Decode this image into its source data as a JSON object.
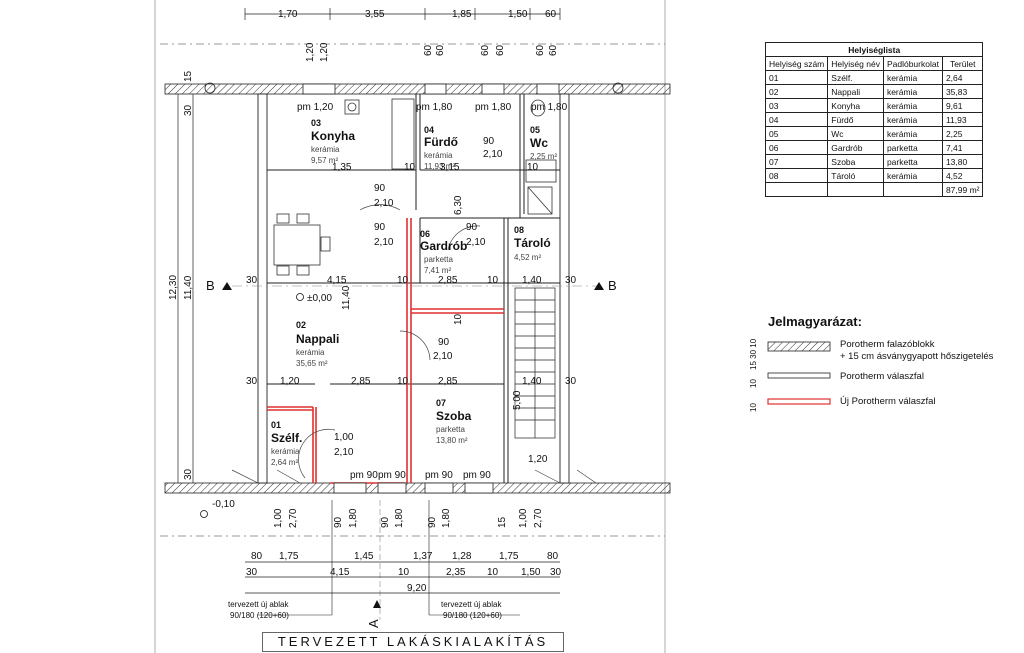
{
  "table": {
    "caption": "Helyiséglista",
    "headers": [
      "Helyiség szám",
      "Helyiség név",
      "Padlóburkolat",
      "Terület"
    ],
    "rows": [
      [
        "01",
        "Szélf.",
        "kerámia",
        "2,64"
      ],
      [
        "02",
        "Nappali",
        "kerámia",
        "35,83"
      ],
      [
        "03",
        "Konyha",
        "kerámia",
        "9,61"
      ],
      [
        "04",
        "Fürdő",
        "kerámia",
        "11,93"
      ],
      [
        "05",
        "Wc",
        "kerámia",
        "2,25"
      ],
      [
        "06",
        "Gardrób",
        "parketta",
        "7,41"
      ],
      [
        "07",
        "Szoba",
        "parketta",
        "13,80"
      ],
      [
        "08",
        "Tároló",
        "kerámia",
        "4,52"
      ]
    ],
    "total": "87,99 m²"
  },
  "legend": {
    "title": "Jelmagyarázat:",
    "items": [
      {
        "label": "Porotherm falazóblokk",
        "label2": "+ 15 cm ásványgyapott hőszigetelés",
        "dims": "15 30 10"
      },
      {
        "label": "Porotherm válaszfal",
        "dims": "10"
      },
      {
        "label": "Új Porotherm válaszfal",
        "dims": "10",
        "color": "#e03030"
      }
    ]
  },
  "title": "TERVEZETT LAKÁSKIALAKÍTÁS",
  "rooms": [
    {
      "num": "01",
      "name": "Szélf.",
      "floor": "kerámia",
      "area": "2,64 m²"
    },
    {
      "num": "02",
      "name": "Nappali",
      "floor": "kerámia",
      "area": "35,65 m²"
    },
    {
      "num": "03",
      "name": "Konyha",
      "floor": "kerámia",
      "area": "9,57 m²"
    },
    {
      "num": "04",
      "name": "Fürdő",
      "floor": "kerámia",
      "area": "11,93 m²"
    },
    {
      "num": "05",
      "name": "Wc",
      "floor": "",
      "area": "2,25 m²"
    },
    {
      "num": "06",
      "name": "Gardrób",
      "floor": "parketta",
      "area": "7,41 m²"
    },
    {
      "num": "07",
      "name": "Szoba",
      "floor": "parketta",
      "area": "13,80 m²"
    },
    {
      "num": "08",
      "name": "Tároló",
      "floor": "",
      "area": "4,52 m²"
    }
  ],
  "window_notes": [
    {
      "line1": "tervezett új ablak",
      "line2": "90/180 (120+60)"
    },
    {
      "line1": "tervezett új ablak",
      "line2": "90/180 (120+60)"
    }
  ],
  "section_labels": {
    "b": "B",
    "a": "A"
  },
  "levels": {
    "floor": "±0,00",
    "outside": "-0,10"
  },
  "dims": {
    "top_row": [
      "1,70",
      "3,55",
      "1,85",
      "1,50",
      "60"
    ],
    "top_vertical": [
      "1,20",
      "1,20",
      "60",
      "60",
      "60",
      "60",
      "60",
      "60"
    ],
    "openings_top": [
      "pm 1,20",
      "pm 1,80",
      "pm 1,80",
      "pm 1,80"
    ],
    "left_vertical": [
      "12,30",
      "11,40",
      "30",
      "30",
      "15"
    ],
    "inner": [
      "1,35",
      "3,15",
      "10",
      "10",
      "90",
      "2,10",
      "90",
      "2,10",
      "90",
      "2,10",
      "90",
      "2,10",
      "6,30",
      "4,15",
      "2,85",
      "1,40",
      "10",
      "11,40",
      "30",
      "30",
      "10",
      "10",
      "90",
      "2,10",
      "10",
      "1,20",
      "2,85",
      "2,85",
      "1,40",
      "5,00",
      "1,00",
      "2,10",
      "30",
      "1,20",
      "30"
    ],
    "openings_bottom": [
      "pm 90",
      "pm 90",
      "pm 90",
      "pm 90",
      "90",
      "90"
    ],
    "bottom_vertical": [
      "1,00",
      "2,70",
      "90",
      "1,80",
      "90",
      "1,80",
      "90",
      "1,80",
      "1,00",
      "2,70",
      "15"
    ],
    "bottom_row1": [
      "80",
      "1,75",
      "1,45",
      "1,37",
      "1,28",
      "1,75",
      "80"
    ],
    "bottom_row2": [
      "30",
      "4,15",
      "10",
      "2,35",
      "10",
      "1,50",
      "30"
    ],
    "bottom_row3": [
      "9,20"
    ]
  }
}
